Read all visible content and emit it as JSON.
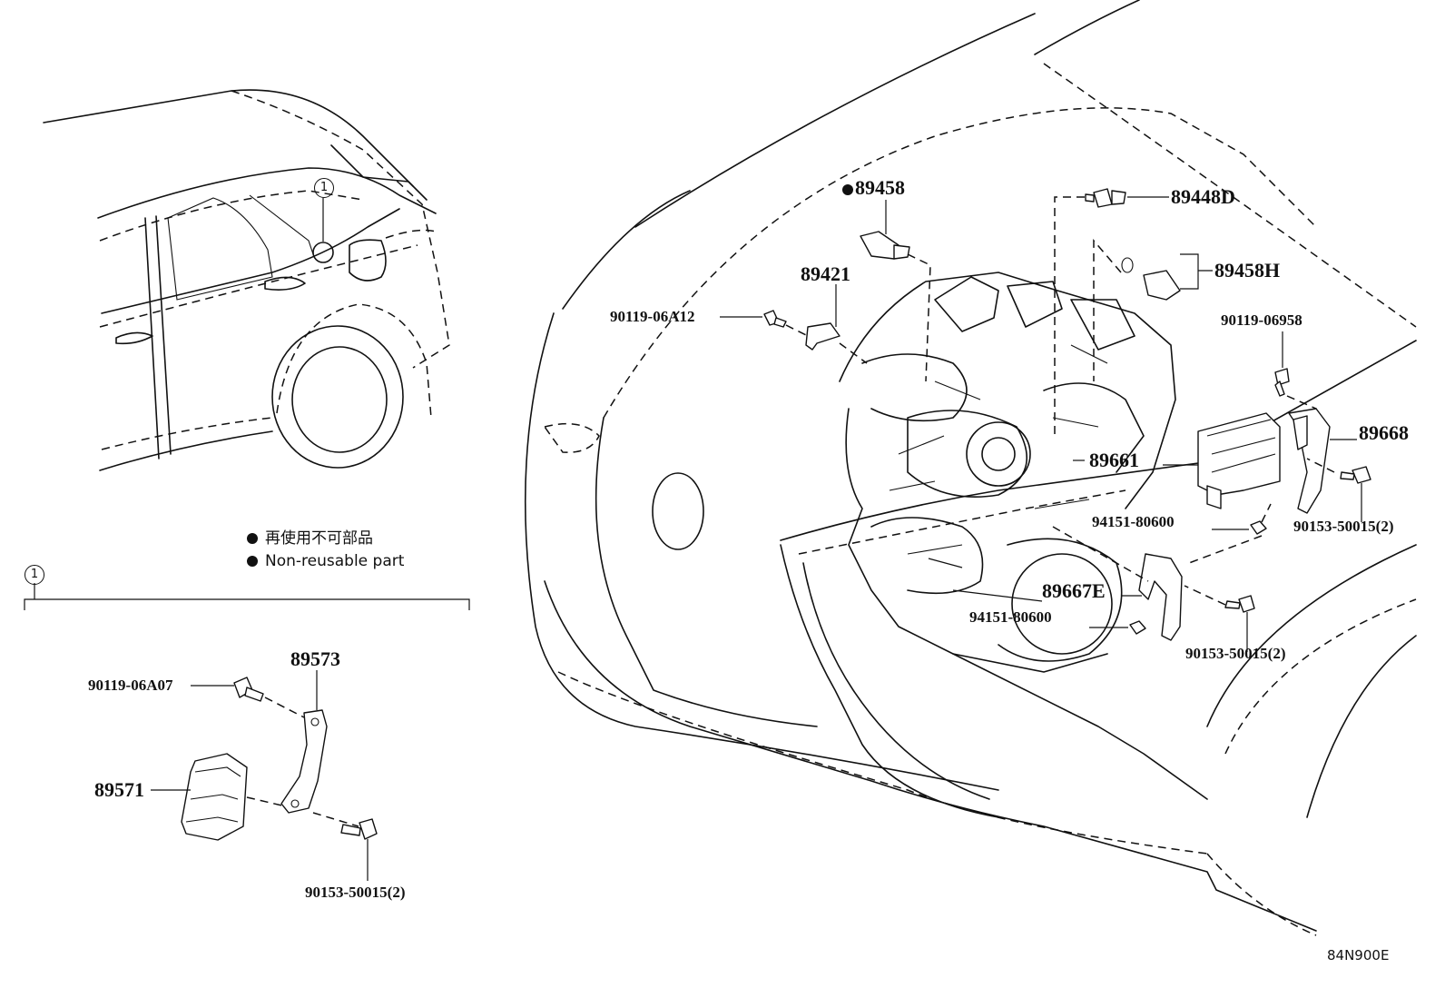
{
  "callout_marker": "1",
  "legend": {
    "jp": "再使用不可部品",
    "en": "Non-reusable part"
  },
  "inset": {
    "marker": "1",
    "labels": {
      "bolt_top": "90119-06A07",
      "bracket": "89573",
      "sensor": "89571",
      "bolt_bottom": "90153-50015(2)"
    }
  },
  "main": {
    "labels": {
      "sensor_top": "89458",
      "sensor_right_top": "89448D",
      "sensor_right": "89458H",
      "bolt_left": "90119-06A12",
      "sensor_cam": "89421",
      "bolt_right": "90119-06958",
      "computer": "89661",
      "bracket_right": "89668",
      "bolt_right_lower": "90153-50015(2)",
      "nut_upper": "94151-80600",
      "bracket_lower": "89667E",
      "nut_lower": "94151-80600",
      "bolt_lower": "90153-50015(2)"
    }
  },
  "diagram_code": "84N900E"
}
